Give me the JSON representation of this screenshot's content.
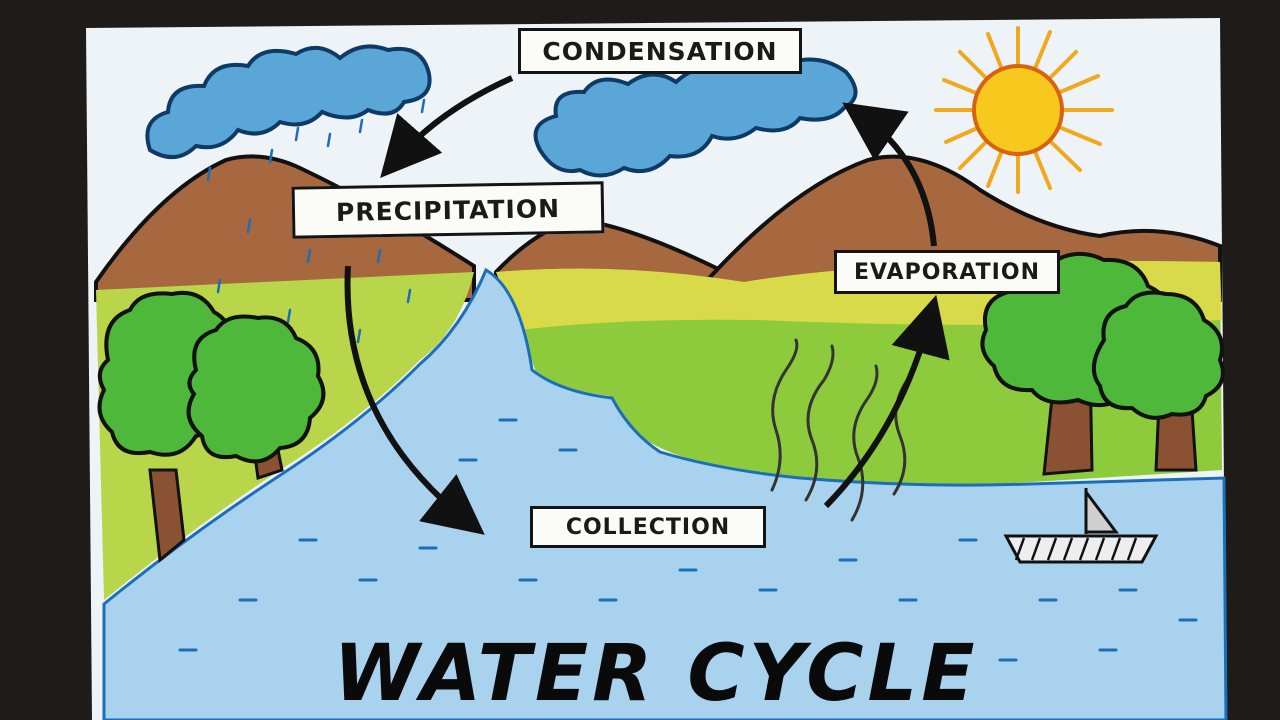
{
  "title": "WATER CYCLE",
  "labels": {
    "condensation": "CONDENSATION",
    "precipitation": "PRECIPITATION",
    "evaporation": "EVAPORATION",
    "collection": "COLLECTION"
  },
  "colors": {
    "paper": "#eef3f7",
    "sky": "#e9f0f6",
    "cloud": "#5aa6d6",
    "mountain": "#a8683f",
    "grass_yellow": "#e6dd4c",
    "grass_green": "#8ecb3c",
    "water": "#a8d2ee",
    "tree": "#4db83a",
    "trunk": "#8a5233",
    "sun": "#f5c21c",
    "outline": "#141414"
  }
}
